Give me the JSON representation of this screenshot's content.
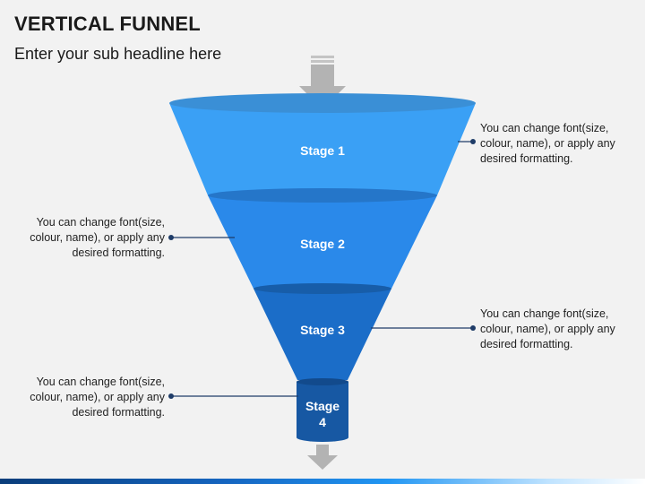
{
  "header": {
    "title": "VERTICAL FUNNEL",
    "subtitle": "Enter your sub headline here"
  },
  "funnel": {
    "stages": [
      {
        "label": "Stage 1",
        "color": "#3aa0f5"
      },
      {
        "label": "Stage 2",
        "color": "#2a89ea"
      },
      {
        "label": "Stage 3",
        "color": "#1b6dc8"
      },
      {
        "label_line1": "Stage",
        "label_line2": "4",
        "color": "#1758a3"
      }
    ]
  },
  "notes": {
    "note1": "You can change font(size, colour, name), or apply any desired formatting.",
    "note2": "You can change font(size, colour, name), or apply any desired formatting.",
    "note3": "You can change font(size, colour, name), or apply any desired formatting.",
    "note4": "You can change font(size, colour, name), or apply any desired formatting."
  },
  "colors": {
    "arrow": "#b7b7b7",
    "connector": "#1f3c68"
  }
}
